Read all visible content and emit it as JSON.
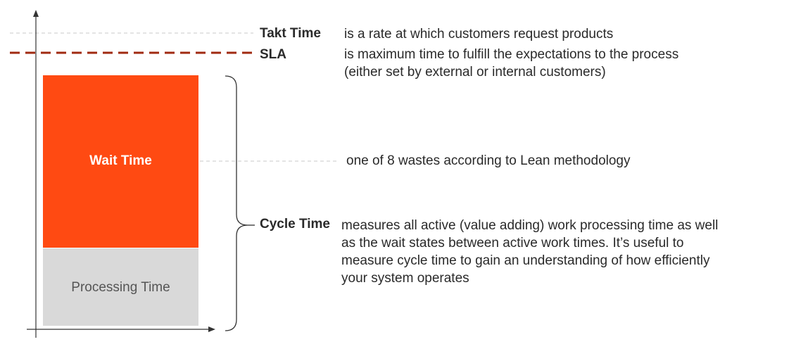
{
  "colors": {
    "wait": "#ff4a12",
    "processing": "#d9d9d9",
    "sla_line": "#a02a10",
    "takt_line": "#c8c8c8",
    "axis": "#333333",
    "text": "#2a2a2a"
  },
  "bars": {
    "wait": {
      "label": "Wait Time"
    },
    "processing": {
      "label": "Processing Time"
    }
  },
  "annotations": {
    "takt": {
      "term": "Takt Time",
      "description": "is a rate at which customers request products"
    },
    "sla": {
      "term": "SLA",
      "description_line1": "is maximum time to fulfill the expectations to the process",
      "description_line2": "(either set by external or internal customers)"
    },
    "wait": {
      "description": "one of 8 wastes according to Lean methodology"
    },
    "cycle": {
      "term": "Cycle Time",
      "description_line1": "measures all active (value adding) work processing time as well",
      "description_line2": "as the wait states between active work times. It’s useful to",
      "description_line3": "measure cycle time to gain an understanding of how efficiently",
      "description_line4": "your system operates"
    }
  }
}
